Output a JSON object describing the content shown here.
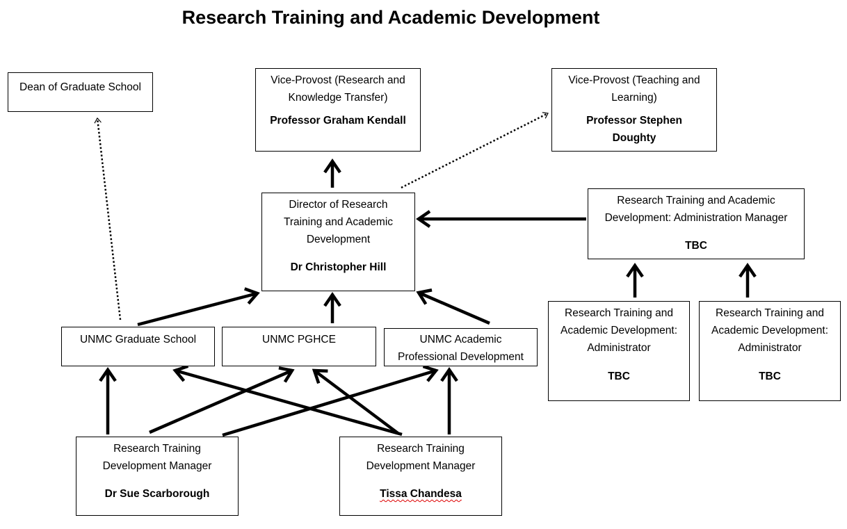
{
  "title": "Research Training and Academic Development",
  "boxes": {
    "dean": {
      "role": "Dean of Graduate School"
    },
    "vp_research": {
      "role": "Vice-Provost (Research and Knowledge Transfer)",
      "name": "Professor Graham Kendall"
    },
    "vp_teaching": {
      "role": "Vice-Provost (Teaching and Learning)",
      "name": "Professor Stephen Doughty"
    },
    "director": {
      "role": "Director of Research Training and Academic Development",
      "name": "Dr Christopher Hill"
    },
    "admin_manager": {
      "role": "Research Training and Academic Development: Administration Manager",
      "name": "TBC"
    },
    "administrator_1": {
      "role": "Research Training and Academic Development: Administrator",
      "name": "TBC"
    },
    "administrator_2": {
      "role": "Research Training and Academic Development: Administrator",
      "name": "TBC"
    },
    "graduate_school": {
      "role": "UNMC Graduate School"
    },
    "pghce": {
      "role": "UNMC PGHCE"
    },
    "apd": {
      "role": "UNMC Academic Professional Development"
    },
    "rtdm_1": {
      "role": "Research Training Development Manager",
      "name": "Dr Sue Scarborough"
    },
    "rtdm_2": {
      "role": "Research Training Development Manager",
      "name": "Tissa Chandesa"
    }
  }
}
